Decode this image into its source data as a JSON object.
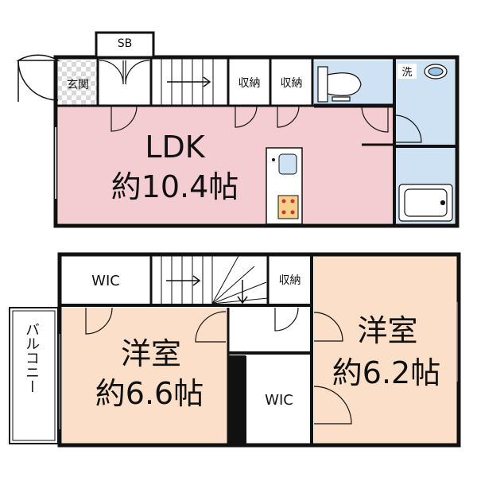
{
  "floors": {
    "upper": {
      "sb": "SB",
      "genkan": "玄関",
      "storage_1": "収納",
      "storage_2": "収納",
      "wash": "洗",
      "ldk_name": "LDK",
      "ldk_size": "約10.4帖"
    },
    "lower": {
      "wic_left": "WIC",
      "storage": "収納",
      "room_left_name": "洋室",
      "room_left_size": "約6.6帖",
      "wic_center": "WIC",
      "room_right_name": "洋室",
      "room_right_size": "約6.2帖",
      "balcony": "バルコニー"
    }
  },
  "colors": {
    "ldk": "#f4cdd2",
    "western_room": "#fbdfc8",
    "wet_area": "#cfe2f3",
    "wall": "#111111",
    "genkan_tile": "#d9d9d9"
  }
}
